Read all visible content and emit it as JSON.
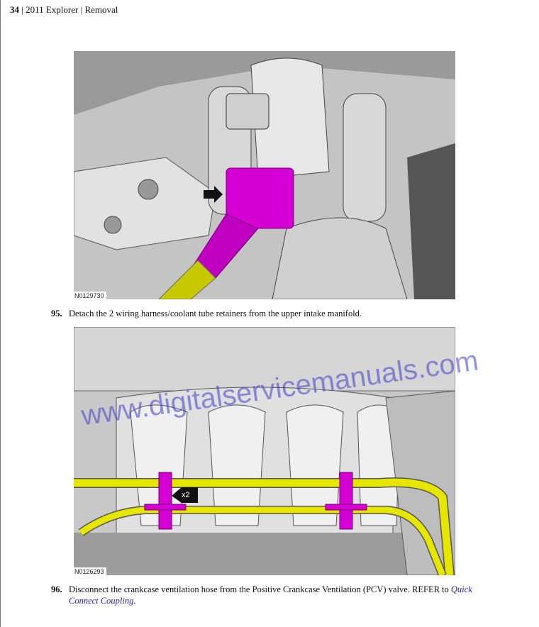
{
  "header": {
    "page": "34",
    "title": " | 2011 Explorer | Removal"
  },
  "figures": [
    {
      "id": "N0129730"
    },
    {
      "id": "N0126293",
      "callout": "x2"
    }
  ],
  "steps": [
    {
      "num": "95.",
      "text": "Detach the 2 wiring harness/coolant tube retainers from the upper intake manifold."
    },
    {
      "num": "96.",
      "text": "Disconnect the crankcase ventilation hose from the Positive Crankcase Ventilation (PCV) valve. REFER to ",
      "link": "Quick Connect Coupling",
      "after": "."
    }
  ],
  "watermark": "www.digitalservicemanuals.com",
  "colors": {
    "highlight": "#d400d4",
    "hose": "#e6e600",
    "link": "#2222cc"
  }
}
